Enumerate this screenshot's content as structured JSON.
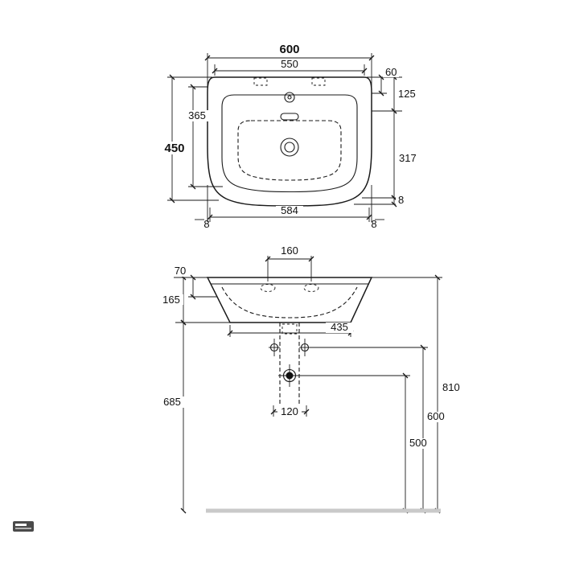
{
  "drawing": {
    "title": "washbasin technical drawing",
    "plan": {
      "overall_width": "600",
      "upper_width": "550",
      "back_ledge": "60",
      "ledge_depth": "125",
      "bowl_front_depth": "365",
      "overall_depth": "450",
      "front_depth": "317",
      "edge_offset": "8",
      "base_width": "584",
      "left_offset": "8",
      "right_offset": "8"
    },
    "elev": {
      "tap_spacing": "160",
      "rim_drop": "70",
      "front_apron": "165",
      "base_width": "435",
      "underside_height": "685",
      "waste_width": "120",
      "top_height": "810",
      "fixing_height": "600",
      "trap_height": "500"
    },
    "colors": {
      "line": "#1a1a1a",
      "floor": "#c9c9c9"
    }
  }
}
